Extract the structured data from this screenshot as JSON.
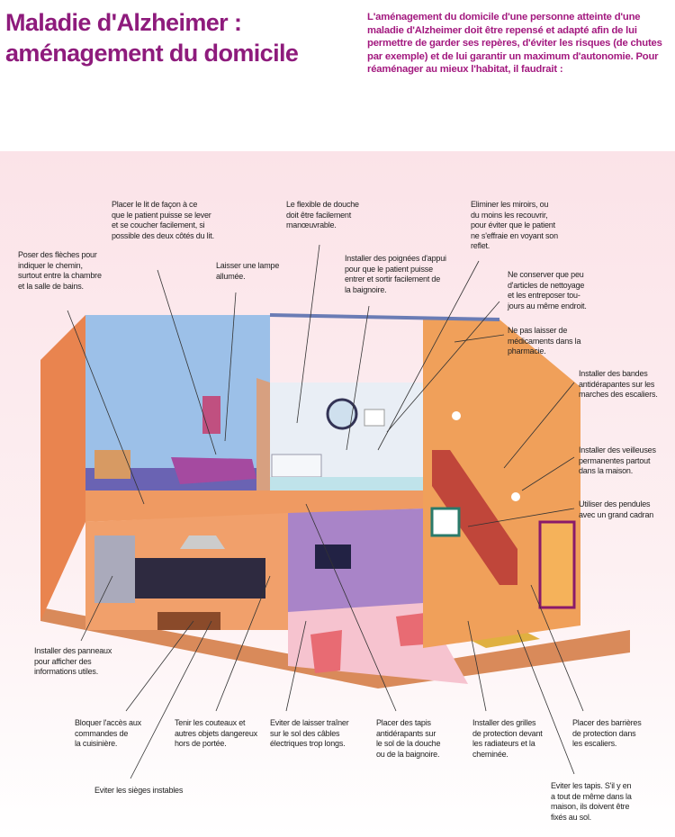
{
  "title": "Maladie d'Alzheimer :\naménagement du domicile",
  "intro": "L'aménagement du domicile d'une personne atteinte d'une maladie d'Alzheimer doit être repensé et adapté afin de lui permettre de garder ses repères, d'éviter les risques (de chutes par exemple) et de lui garantir un maximum d'autonomie. Pour réaménager au mieux l'habitat, il faudrait :",
  "labels": {
    "fleches": "Poser des flèches pour\nindiquer le chemin,\nsurtout entre la chambre\net la salle de bains.",
    "lit": "Placer le lit de façon à ce\nque le patient puisse se lever\net se coucher facilement, si\npossible des deux côtés du lit.",
    "lampe": "Laisser une lampe\nallumée.",
    "flexible": "Le flexible de douche\ndoit être facilement\nmanœuvrable.",
    "poignees": "Installer des poignées d'appui\npour que le patient puisse\nentrer et sortir facilement de\nla baignoire.",
    "miroirs": "Eliminer les miroirs, ou\ndu moins les recouvrir,\npour éviter que le patient\nne s'effraie en voyant son\nreflet.",
    "nettoyage": "Ne conserver que peu\nd'articles de nettoyage\net les entreposer tou-\njours au même endroit.",
    "medicaments": "Ne pas laisser de\nmédicaments dans la\npharmacie.",
    "bandes": "Installer des bandes\nantidérapantes sur les\nmarches des escaliers.",
    "veilleuses": "Installer des veilleuses\npermanentes partout\ndans la maison.",
    "pendules": "Utiliser des pendules\navec un grand cadran",
    "panneaux": "Installer des panneaux\npour afficher des\ninformations utiles.",
    "cuisiniere": "Bloquer l'accès aux\ncommandes de\nla cuisinière.",
    "couteaux": "Tenir les couteaux et\nautres objets dangereux\nhors de portée.",
    "cables": "Eviter de laisser traîner\nsur le sol des câbles\nélectriques trop longs.",
    "tapis_douche": "Placer des tapis\nantidérapants sur\nle sol de la douche\nou de la baignoire.",
    "grilles": "Installer des grilles\nde protection devant\nles radiateurs et la\ncheminée.",
    "barrieres": "Placer des barrières\nde protection dans\nles escaliers.",
    "sieges": "Eviter les sièges instables",
    "tapis": "Eviter les tapis. S'il y en\na tout de même dans la\nmaison, ils doivent être\nfixés au sol."
  },
  "colors": {
    "title": "#8e1b7c",
    "intro": "#a3197f"
  }
}
